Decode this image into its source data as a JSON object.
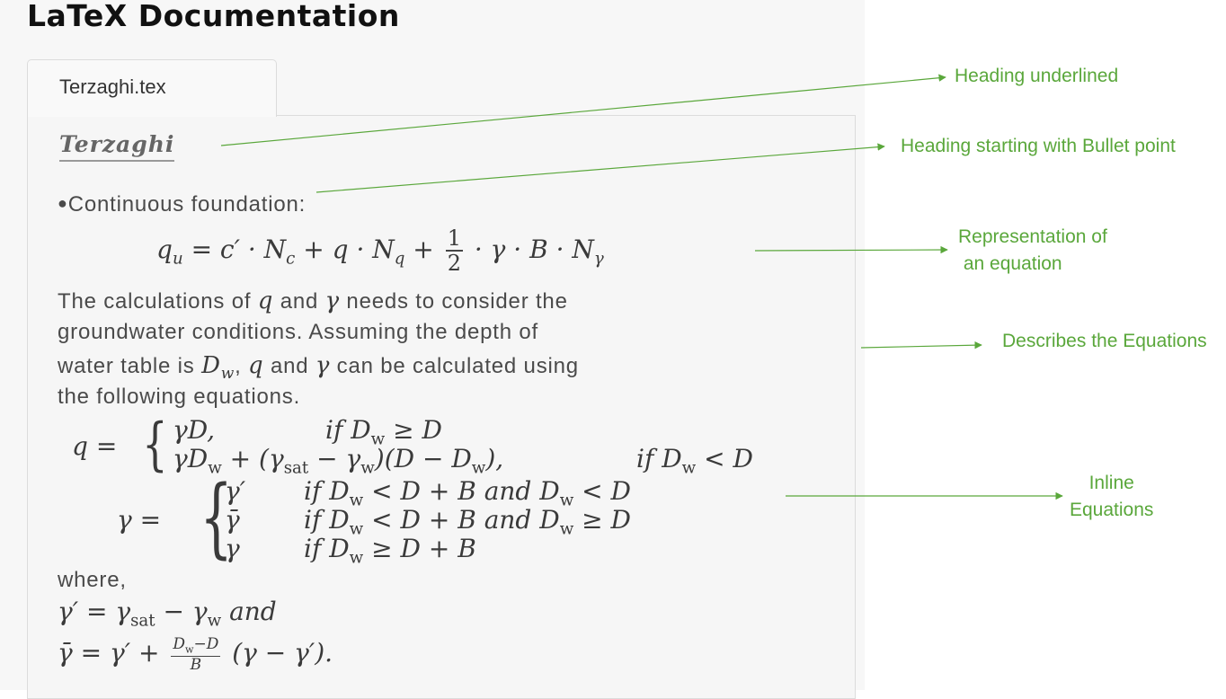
{
  "app": {
    "title": "LaTeX Documentation"
  },
  "tabs": [
    {
      "label": "Terzaghi.tex"
    }
  ],
  "doc": {
    "heading": "Terzaghi",
    "bullet_heading": "Continuous foundation:",
    "eq_main": {
      "lhs": "q",
      "lhs_sub": "u",
      "rest": "= c′ · N",
      "nc_sub": "c",
      "plus_q": " + q · N",
      "nq_sub": "q",
      "plus": " +",
      "frac_num": "1",
      "frac_den": "2",
      "tail": "· γ · B · N",
      "ng_sub": "γ"
    },
    "paragraph_lines": [
      {
        "pre": "The calculations of ",
        "v1": "q",
        "mid": " and ",
        "v2": "γ",
        "post": " needs to consider the"
      },
      {
        "pre": "groundwater conditions. Assuming the depth of"
      },
      {
        "pre": "water table is ",
        "v1": "D",
        "v1sub": "w",
        "mid": ", ",
        "v2": "q",
        "mid2": " and ",
        "v3": "γ",
        "post": " can be calculated using"
      },
      {
        "pre": "the following equations."
      }
    ],
    "q_cases": {
      "lhs": "q =",
      "case1_expr": "γD,",
      "case1_cond": "if D_w ≥ D",
      "case2_expr": "γD_w + (γ_sat − γ_w)(D − D_w),",
      "case2_cond": "if D_w < D"
    },
    "gamma_cases": {
      "lhs": "γ =",
      "rows": [
        {
          "expr": "γ′",
          "cond": "if D_w < D + B and D_w < D"
        },
        {
          "expr": "γ̄",
          "cond": "if D_w < D + B and D_w ≥ D"
        },
        {
          "expr": "γ",
          "cond": "if D_w ≥ D + B"
        }
      ]
    },
    "where": "where,",
    "def1": "γ′ = γ_sat − γ_w and",
    "def2": {
      "lhs": "γ̄ = γ′ +",
      "num": "D_w−D",
      "den": "B",
      "tail": "(γ − γ′)."
    }
  },
  "annotations": [
    {
      "text": "Heading underlined"
    },
    {
      "text": "Heading starting with Bullet point"
    },
    {
      "text": "Representation of\n an equation"
    },
    {
      "text": "Describes the Equations"
    },
    {
      "text": "Inline\nEquations"
    }
  ],
  "colors": {
    "annotation": "#5aa73b",
    "panel": "#f7f7f7"
  }
}
